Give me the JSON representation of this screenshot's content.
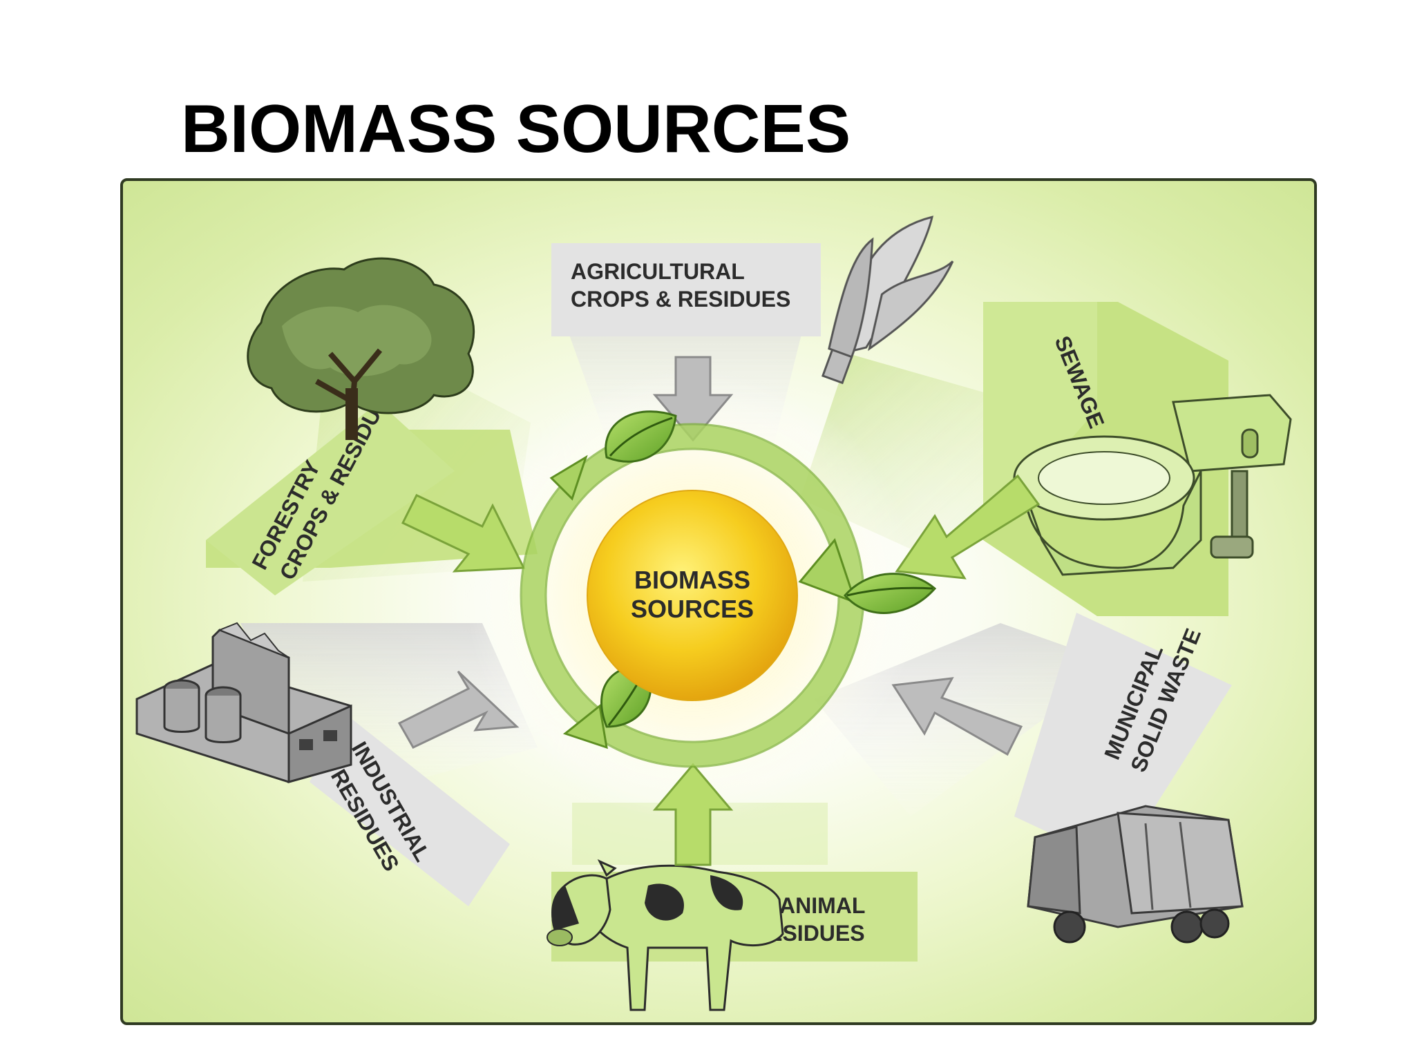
{
  "slide": {
    "title": "BIOMASS SOURCES"
  },
  "diagram": {
    "center": {
      "line1": "BIOMASS",
      "line2": "SOURCES"
    },
    "sources": {
      "agricultural": {
        "line1": "AGRICULTURAL",
        "line2": "CROPS & RESIDUES",
        "icon": "corn-icon"
      },
      "sewage": {
        "line1": "SEWAGE",
        "icon": "toilet-icon"
      },
      "municipal": {
        "line1": "MUNICIPAL",
        "line2": "SOLID WASTE",
        "icon": "garbage-truck-icon"
      },
      "animal": {
        "line1": "ANIMAL",
        "line2": "RESIDUES",
        "icon": "cow-icon"
      },
      "industrial": {
        "line1": "INDUSTRIAL",
        "line2": "RESIDUES",
        "icon": "factory-icon"
      },
      "forestry": {
        "line1": "FORESTRY",
        "line2": "CROPS & RESIDUES",
        "icon": "tree-icon"
      }
    },
    "colors": {
      "green_panel": "#c9e38c",
      "gray_panel": "#e2e2e2",
      "arrow_green": "#b7dc6a",
      "arrow_gray": "#b5b5b5",
      "sun_core": "#f2c419",
      "leaf": "#8cc63f"
    }
  }
}
